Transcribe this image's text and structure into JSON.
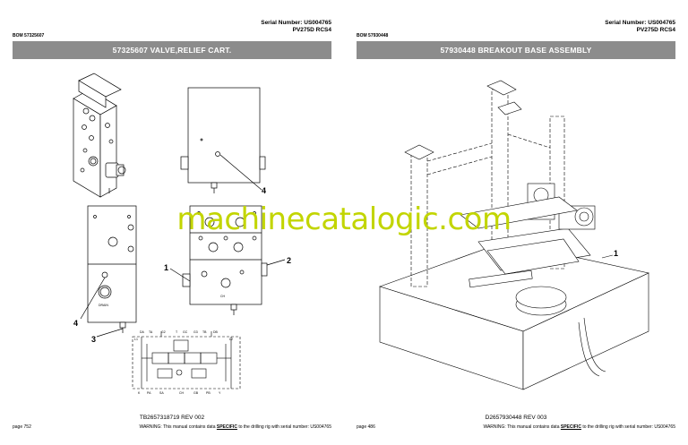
{
  "left_page": {
    "serial_label": "Serial Number: US004765",
    "model": "PV275D RCS4",
    "bom": "BOM 57325607",
    "banner_title": "57325607 VALVE,RELIEF CART.",
    "caption": "TB2657318719 REV 002",
    "page_number": "page 752",
    "callouts": [
      "1",
      "2",
      "3",
      "4",
      "4"
    ],
    "port_labels": [
      "DA",
      "TA",
      "G2",
      "T",
      "GC",
      "G3",
      "TB",
      "DB",
      "L1",
      "L2",
      "K",
      "PA",
      "SA",
      "CH",
      "GB",
      "PB",
      "Y"
    ],
    "small_labels": [
      "DRAIN",
      "CH"
    ]
  },
  "right_page": {
    "serial_label": "Serial Number: US004765",
    "model": "PV275D RCS4",
    "bom": "BOM 57930448",
    "banner_title": "57930448 BREAKOUT BASE ASSEMBLY",
    "caption": "D2657930448 REV 003",
    "page_number": "page 486",
    "callouts": [
      "1"
    ]
  },
  "footer": {
    "warning_prefix": "WARNING:  This manual contains data",
    "warning_emphasis": "SPECIFIC",
    "warning_suffix": "to the drilling rig with serial number: US004765"
  },
  "watermark": "machinecatalogic.com"
}
